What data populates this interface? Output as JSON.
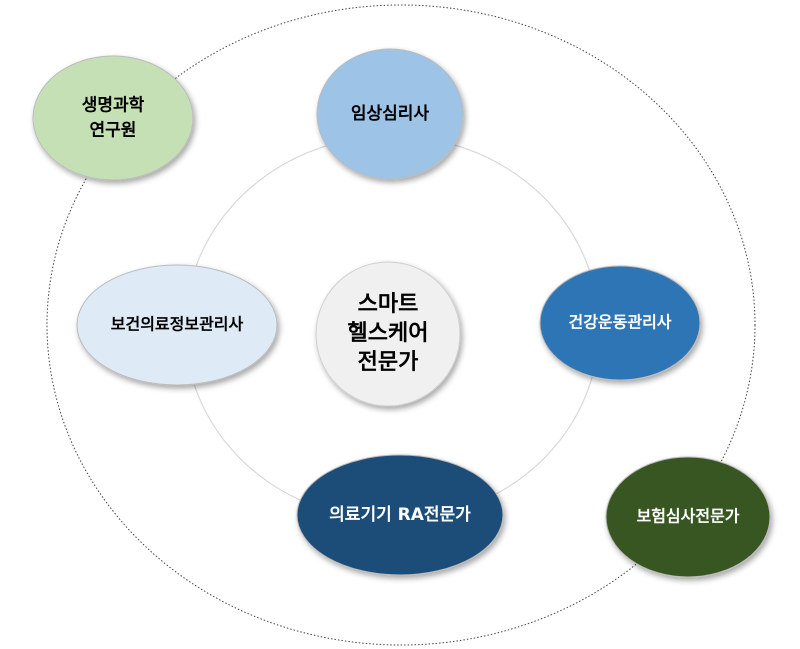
{
  "title": [
    "스마트",
    "헬스케어",
    "전문가"
  ],
  "nodes": [
    {
      "id": "life-science-researcher",
      "lines": [
        "생명과학",
        "연구원"
      ],
      "fill": "#c5e0b4",
      "text": "#000000"
    },
    {
      "id": "clinical-psychologist",
      "lines": [
        "임상심리사"
      ],
      "fill": "#9dc3e6",
      "text": "#000000"
    },
    {
      "id": "health-info-manager",
      "lines": [
        "보건의료정보관리사"
      ],
      "fill": "#deebf7",
      "text": "#000000"
    },
    {
      "id": "health-exercise-manager",
      "lines": [
        "건강운동관리사"
      ],
      "fill": "#2e75b6",
      "text": "#ffffff"
    },
    {
      "id": "medical-device-ra-expert",
      "lines": [
        "의료기기 RA전문가"
      ],
      "fill": "#1f4e79",
      "text": "#ffffff"
    },
    {
      "id": "insurance-review-expert",
      "lines": [
        "보험심사전문가"
      ],
      "fill": "#385723",
      "text": "#ffffff"
    }
  ]
}
